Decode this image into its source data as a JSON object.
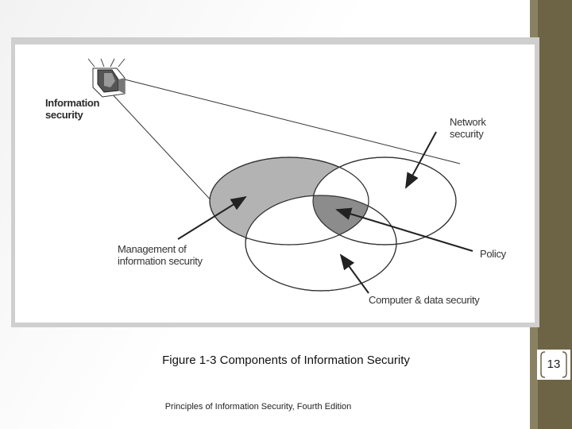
{
  "figure": {
    "labels": {
      "information_security": "Information\nsecurity",
      "network_security": "Network\nsecurity",
      "management": "Management of\ninformation security",
      "policy": "Policy",
      "computer_data_security": "Computer & data security"
    },
    "colors": {
      "management_fill": "#b3b3b3",
      "policy_fill": "#8c8c8c",
      "outline": "#333333"
    },
    "icon": "cube-icon"
  },
  "caption": "Figure 1-3 Components of Information Security",
  "footer": "Principles of Information Security, Fourth Edition",
  "page_number": "13",
  "theme": {
    "side_band": "#6d6445"
  }
}
